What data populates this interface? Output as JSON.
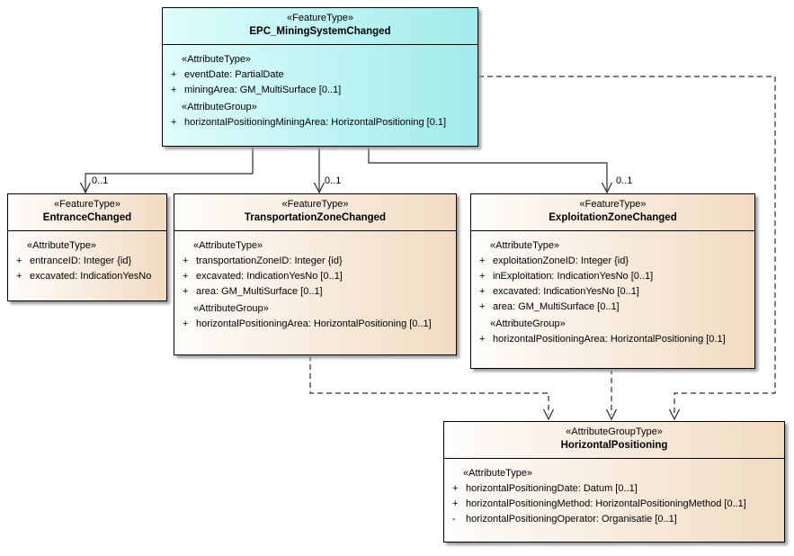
{
  "colors": {
    "feature_fill_start": "#dffcfc",
    "feature_fill_end": "#a2ebeb",
    "class_fill_start": "#fefdfb",
    "class_fill_end": "#f1dbc2",
    "border": "#000000",
    "connector": "#2b2b2b"
  },
  "classes": {
    "epc": {
      "stereotype": "«FeatureType»",
      "name": "EPC_MiningSystemChanged",
      "attributes": [
        {
          "kind": "stereotype",
          "text": "«AttributeType»"
        },
        {
          "kind": "attr",
          "prefix": "+",
          "text": "eventDate: PartialDate"
        },
        {
          "kind": "attr",
          "prefix": "+",
          "text": "miningArea: GM_MultiSurface [0..1]"
        },
        {
          "kind": "stereotype",
          "text": "«AttributeGroup»"
        },
        {
          "kind": "attr",
          "prefix": "+",
          "text": "horizontalPositioningMiningArea: HorizontalPositioning [0.1]"
        }
      ]
    },
    "entrance": {
      "stereotype": "«FeatureType»",
      "name": "EntranceChanged",
      "attributes": [
        {
          "kind": "stereotype",
          "text": "«AttributeType»"
        },
        {
          "kind": "attr",
          "prefix": "+",
          "text": "entranceID: Integer {id}"
        },
        {
          "kind": "attr",
          "prefix": "+",
          "text": "excavated: IndicationYesNo"
        }
      ]
    },
    "transportation": {
      "stereotype": "«FeatureType»",
      "name": "TransportationZoneChanged",
      "attributes": [
        {
          "kind": "stereotype",
          "text": "«AttributeType»"
        },
        {
          "kind": "attr",
          "prefix": "+",
          "text": "transportationZoneID: Integer {id}"
        },
        {
          "kind": "attr",
          "prefix": "+",
          "text": "excavated: IndicationYesNo [0..1]"
        },
        {
          "kind": "attr",
          "prefix": "+",
          "text": "area: GM_MultiSurface [0..1]"
        },
        {
          "kind": "stereotype",
          "text": "«AttributeGroup»"
        },
        {
          "kind": "attr",
          "prefix": "+",
          "text": "horizontalPositioningArea: HorizontalPositioning [0..1]"
        }
      ]
    },
    "exploitation": {
      "stereotype": "«FeatureType»",
      "name": "ExploitationZoneChanged",
      "attributes": [
        {
          "kind": "stereotype",
          "text": "«AttributeType»"
        },
        {
          "kind": "attr",
          "prefix": "+",
          "text": "exploitationZoneID: Integer {id}"
        },
        {
          "kind": "attr",
          "prefix": "+",
          "text": "inExploitation: IndicationYesNo [0..1]"
        },
        {
          "kind": "attr",
          "prefix": "+",
          "text": "excavated: IndicationYesNo [0..1]"
        },
        {
          "kind": "attr",
          "prefix": "+",
          "text": "area: GM_MultiSurface [0..1]"
        },
        {
          "kind": "stereotype",
          "text": "«AttributeGroup»"
        },
        {
          "kind": "attr",
          "prefix": "+",
          "text": "horizontalPositioningArea: HorizontalPositioning [0.1]"
        }
      ]
    },
    "horizontal": {
      "stereotype": "«AttributeGroupType»",
      "name": "HorizontalPositioning",
      "attributes": [
        {
          "kind": "stereotype",
          "text": "«AttributeType»"
        },
        {
          "kind": "attr",
          "prefix": "+",
          "text": "horizontalPositioningDate: Datum [0..1]"
        },
        {
          "kind": "attr",
          "prefix": "+",
          "text": "horizontalPositioningMethod: HorizontalPositioningMethod [0..1]"
        },
        {
          "kind": "attr",
          "prefix": "-",
          "text": "horizontalPositioningOperator: Organisatie [0..1]"
        }
      ]
    }
  },
  "connectors": {
    "multiplicities": [
      {
        "label": "0..1"
      },
      {
        "label": "0..1"
      },
      {
        "label": "0..1"
      }
    ]
  }
}
